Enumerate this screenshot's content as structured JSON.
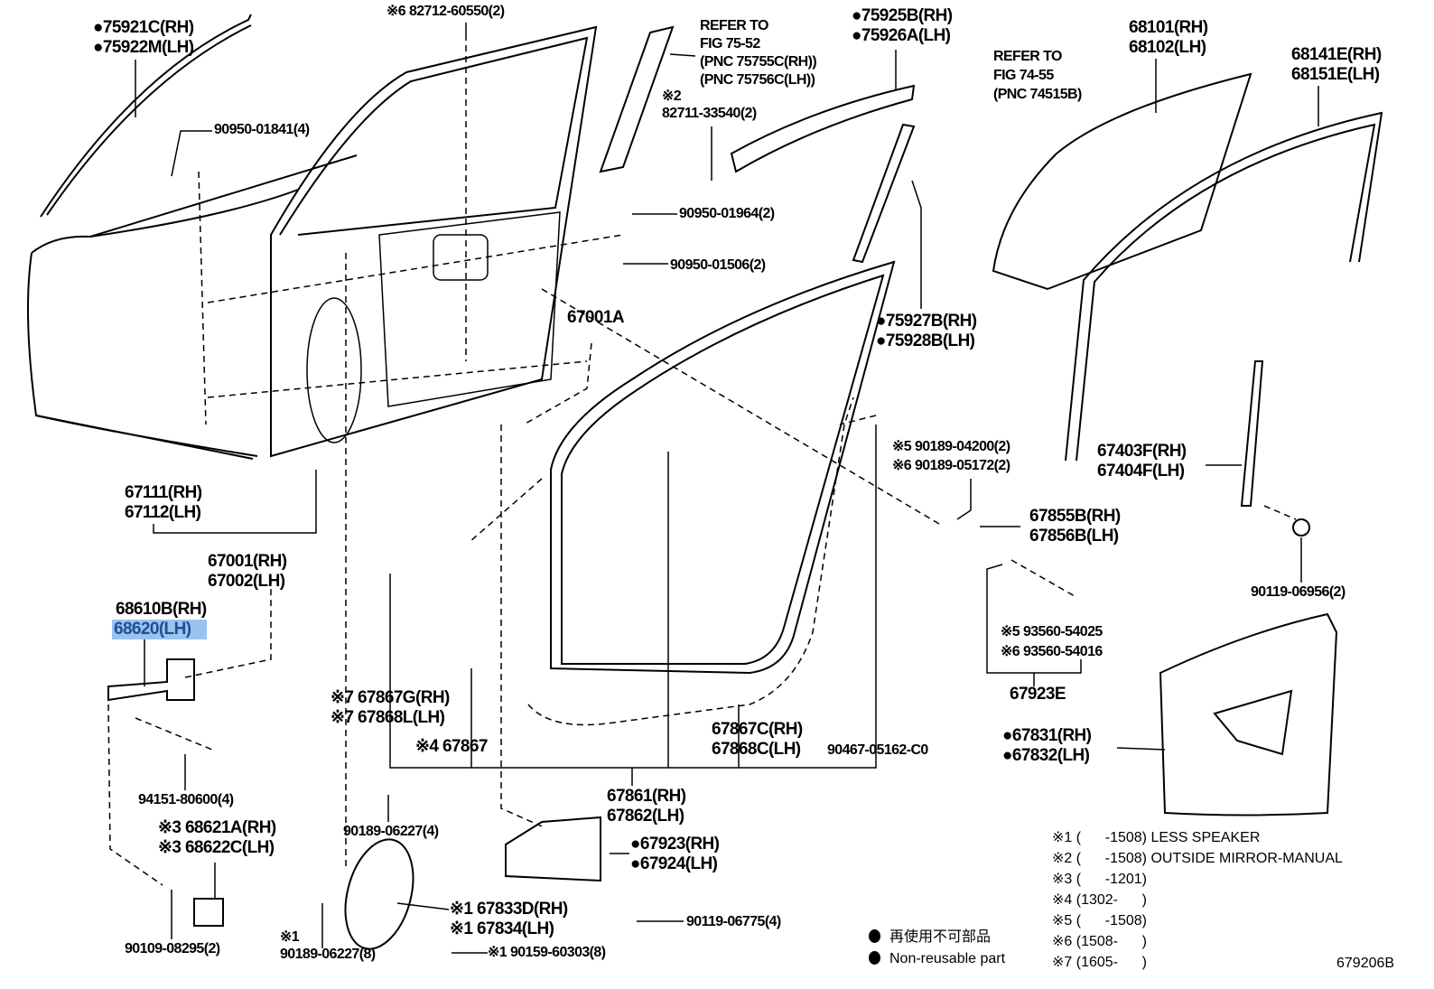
{
  "diagram_code": "679206B",
  "highlight_color": "#9cc3ef",
  "labels": {
    "l1": [
      "●75921C(RH)",
      "●75922M(LH)"
    ],
    "l2": [
      "※6 82712-60550(2)"
    ],
    "l3": [
      "90950-01841(4)"
    ],
    "l4": [
      "REFER TO",
      "FIG 75-52",
      "(PNC 75755C(RH))",
      "(PNC 75756C(LH))"
    ],
    "l5": [
      "※2",
      "82711-33540(2)"
    ],
    "l6": [
      "●75925B(RH)",
      "●75926A(LH)"
    ],
    "l7": [
      "REFER TO",
      "FIG 74-55",
      "(PNC 74515B)"
    ],
    "l8": [
      "68101(RH)",
      "68102(LH)"
    ],
    "l9": [
      "68141E(RH)",
      "68151E(LH)"
    ],
    "l10": [
      "90950-01964(2)"
    ],
    "l11": [
      "90950-01506(2)"
    ],
    "l12": [
      "67001A"
    ],
    "l13": [
      "●75927B(RH)",
      "●75928B(LH)"
    ],
    "l14": [
      "※5 90189-04200(2)",
      "※6 90189-05172(2)"
    ],
    "l15": [
      "67403F(RH)",
      "67404F(LH)"
    ],
    "l16": [
      "67855B(RH)",
      "67856B(LH)"
    ],
    "l17": [
      "90119-06956(2)"
    ],
    "l18": [
      "67111(RH)",
      "67112(LH)"
    ],
    "l19": [
      "67001(RH)",
      "67002(LH)"
    ],
    "l20": [
      "68610B(RH)",
      "68620(LH)"
    ],
    "l21": [
      "※5 93560-54025",
      "※6 93560-54016"
    ],
    "l22": [
      "67923E"
    ],
    "l23": [
      "※7 67867G(RH)",
      "※7 67868L(LH)"
    ],
    "l24": [
      "※4 67867"
    ],
    "l25": [
      "67867C(RH)",
      "67868C(LH)"
    ],
    "l26": [
      "90467-05162-C0"
    ],
    "l27": [
      "●67831(RH)",
      "●67832(LH)"
    ],
    "l28": [
      "94151-80600(4)"
    ],
    "l29": [
      "90189-06227(4)"
    ],
    "l30": [
      "※3 68621A(RH)",
      "※3 68622C(LH)"
    ],
    "l31": [
      "67861(RH)",
      "67862(LH)"
    ],
    "l32": [
      "●67923(RH)",
      "●67924(LH)"
    ],
    "l33": [
      "※1 67833D(RH)",
      "※1 67834(LH)"
    ],
    "l34": [
      "90119-06775(4)"
    ],
    "l35": [
      "90109-08295(2)"
    ],
    "l36": [
      "※1",
      "90189-06227(8)"
    ],
    "l37": [
      "※1 90159-60303(8)"
    ]
  },
  "legend": {
    "jp": "再使用不可部品",
    "en": "Non-reusable part"
  },
  "notes": [
    "※1 (      -1508) LESS SPEAKER",
    "※2 (      -1508) OUTSIDE MIRROR-MANUAL",
    "※3 (      -1201)",
    "※4 (1302-      )",
    "※5 (      -1508)",
    "※6 (1508-      )",
    "※7 (1605-      )"
  ]
}
